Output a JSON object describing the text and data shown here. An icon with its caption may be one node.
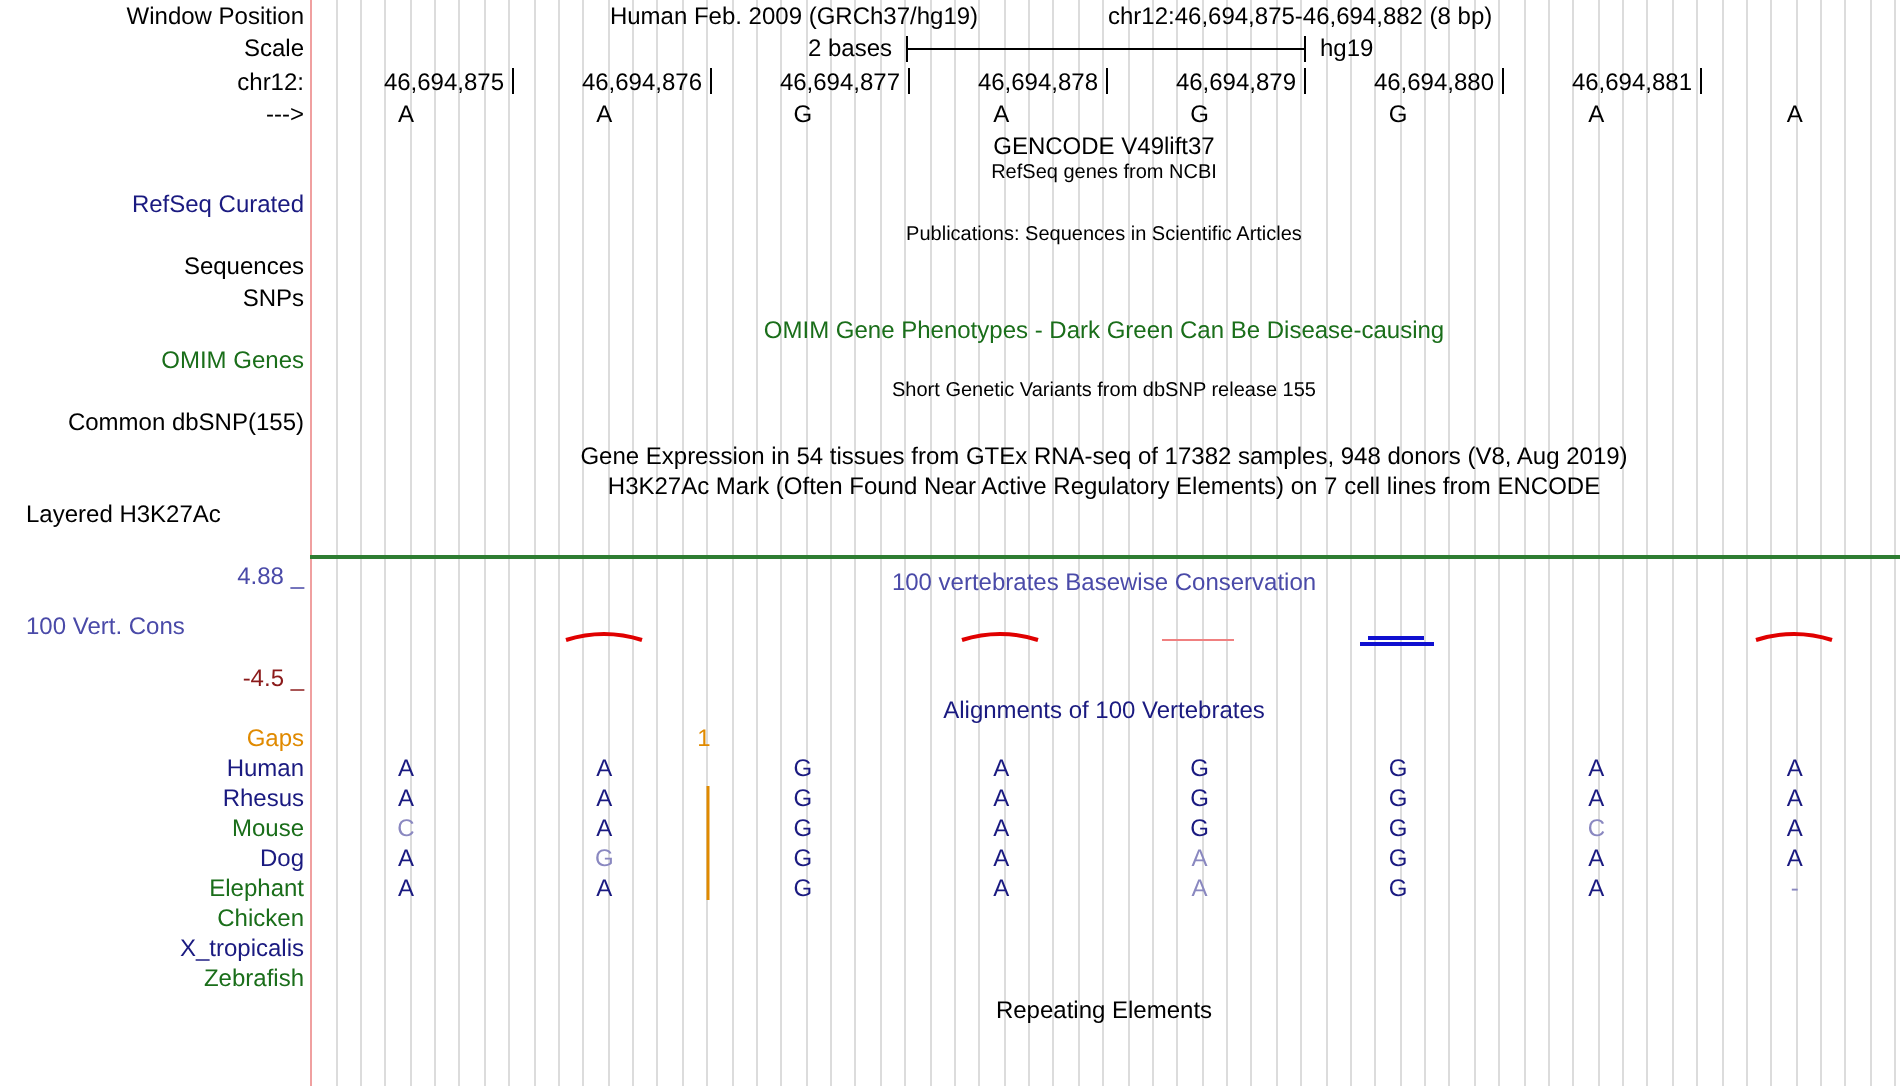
{
  "diagram": {
    "labels": [
      "Window Position",
      "Human Feb. 2009 (GRCh37/hg19)",
      "chr12:46,694,875-46,694,882 (8 bp)",
      "Scale",
      "2 bases",
      "hg19",
      "chr12:",
      "46,694,875",
      "46,694,876",
      "46,694,877",
      "46,694,878",
      "46,694,879",
      "46,694,880",
      "46,694,881",
      "--->",
      "A",
      "A",
      "G",
      "A",
      "G",
      "G",
      "A",
      "A",
      "GENCODE V49lift37",
      "RefSeq genes from NCBI",
      "RefSeq Curated",
      "Publications: Sequences in Scientific Articles",
      "Sequences",
      "SNPs",
      "OMIM Gene Phenotypes - Dark Green Can Be Disease-causing",
      "OMIM Genes",
      "Short Genetic Variants from dbSNP release 155",
      "Common dbSNP(155)",
      "Gene Expression in 54 tissues from GTEx RNA-seq of 17382 samples, 948 donors (V8, Aug 2019)",
      "H3K27Ac Mark (Often Found Near Active Regulatory Elements) on 7 cell lines from ENCODE",
      "Layered H3K27Ac",
      "4.88 _",
      "100 vertebrates Basewise Conservation",
      "100 Vert. Cons",
      "-4.5 _",
      "Alignments of 100 Vertebrates",
      "Gaps",
      "1",
      "Human",
      "A",
      "A",
      "G",
      "A",
      "G",
      "G",
      "A",
      "A",
      "Rhesus",
      "A",
      "A",
      "G",
      "A",
      "G",
      "G",
      "A",
      "A",
      "Mouse",
      "C",
      "A",
      "G",
      "A",
      "G",
      "G",
      "C",
      "A",
      "Dog",
      "A",
      "G",
      "G",
      "A",
      "A",
      "G",
      "A",
      "A",
      "Elephant",
      "A",
      "A",
      "G",
      "A",
      "A",
      "G",
      "A",
      "-",
      "Chicken",
      "X_tropicalis",
      "Zebrafish",
      "Repeating Elements"
    ]
  }
}
